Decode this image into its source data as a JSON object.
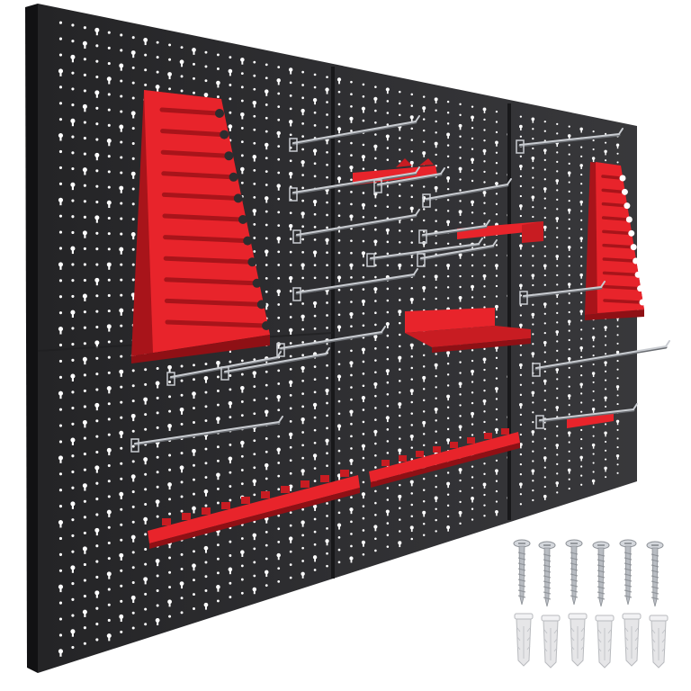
{
  "scene": {
    "subject": "pegboard-tool-wall-set",
    "panel_count": 3,
    "wrench_rack_count": 2,
    "screw_count": 6,
    "wall_plug_count": 6
  },
  "colors": {
    "background": "#ffffff",
    "board": "#2d2d2f",
    "board_edge": "#121214",
    "board_top": "#3b3b3e",
    "seam": "#1a1a1c",
    "hole": "#ffffff",
    "red": "#e8242b",
    "red_dark": "#a8141a",
    "red_light": "#f4555a",
    "hook": "#c9ccd1",
    "hook_shadow": "#6a6d72",
    "screw": "#b8bcc2",
    "plug": "#e6e6e8"
  }
}
